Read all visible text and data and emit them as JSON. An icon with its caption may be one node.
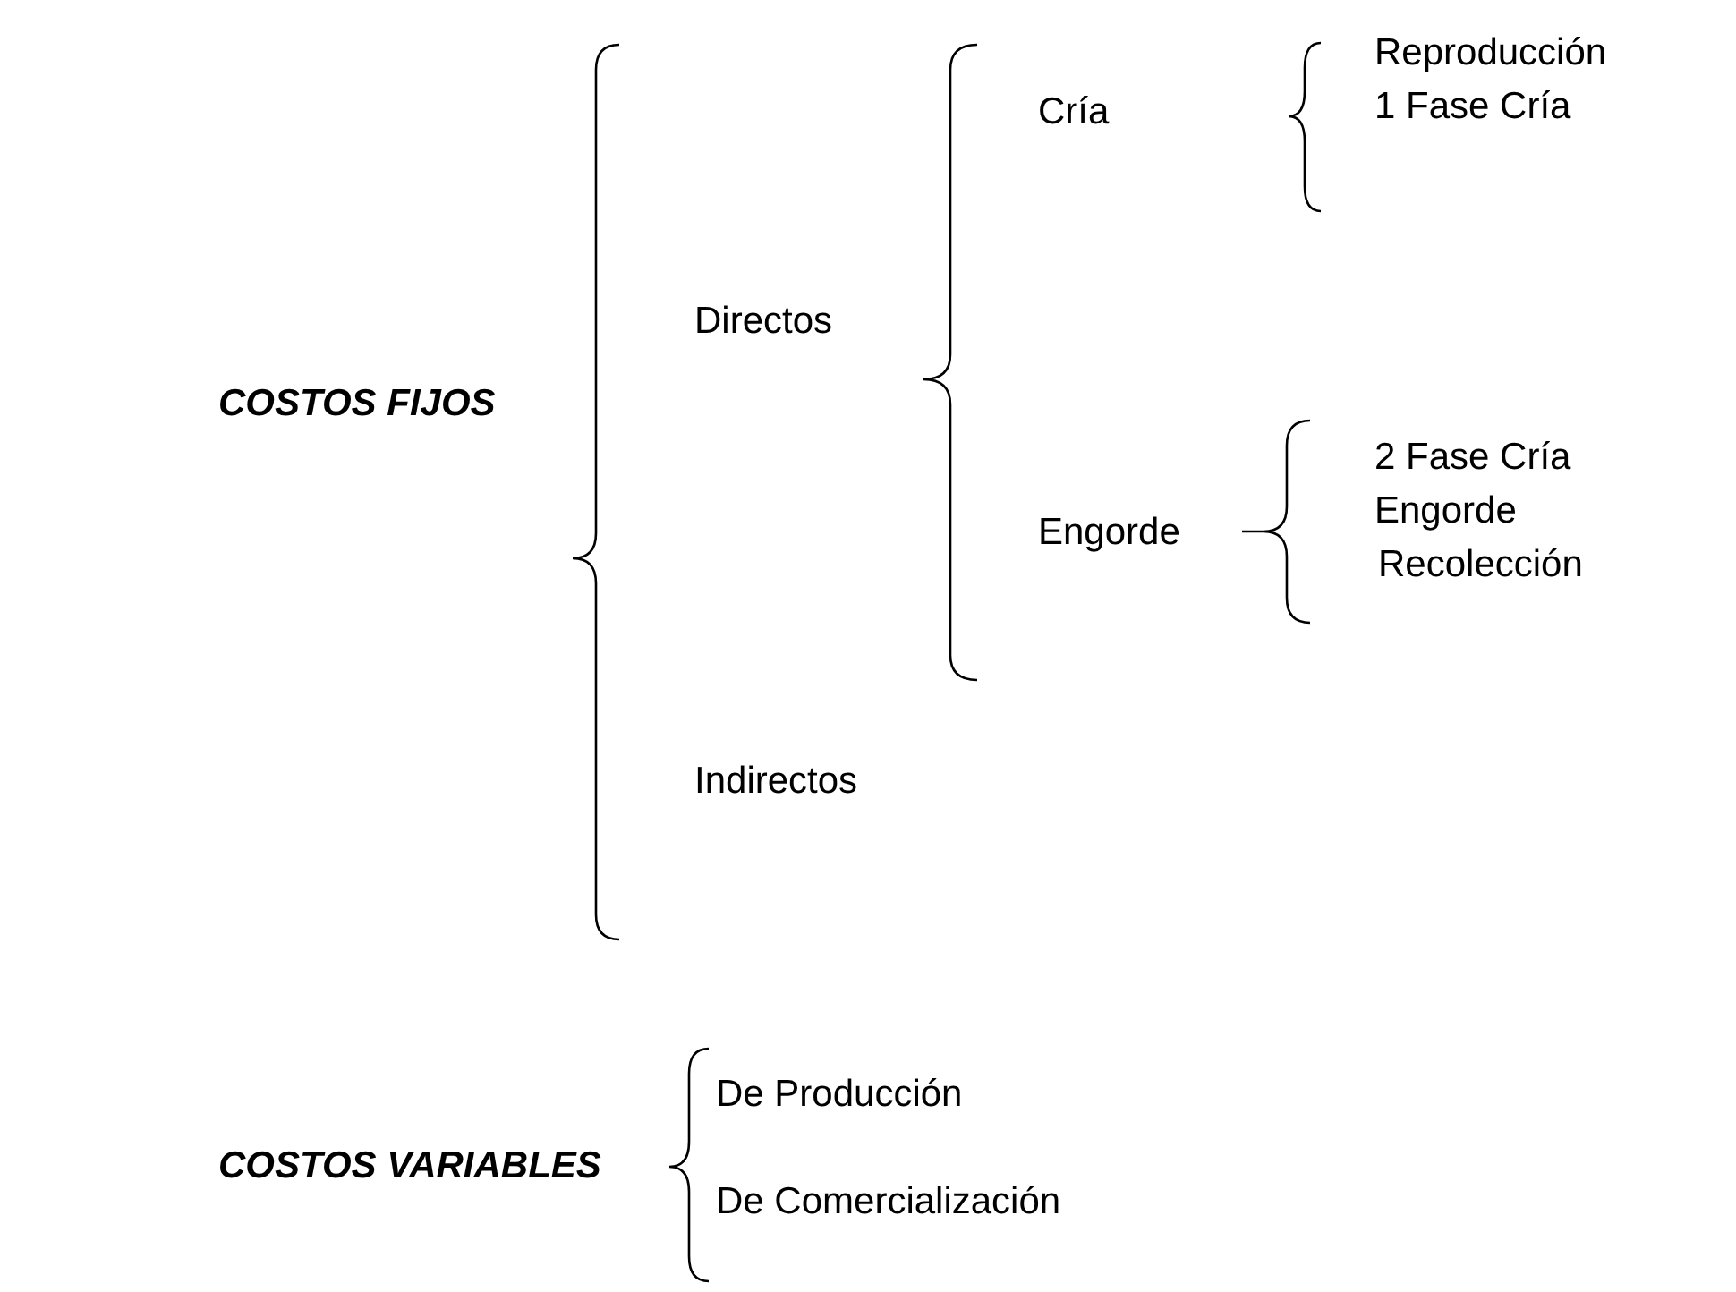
{
  "diagram": {
    "labels": [
      "Reproducción",
      "Cría",
      "1 Fase Cría",
      "Directos",
      "COSTOS FIJOS",
      "2 Fase Cría",
      "Engorde",
      "Engorde",
      "Recolección",
      "Indirectos",
      "De Producción",
      "COSTOS VARIABLES",
      "De Comercialización"
    ]
  }
}
